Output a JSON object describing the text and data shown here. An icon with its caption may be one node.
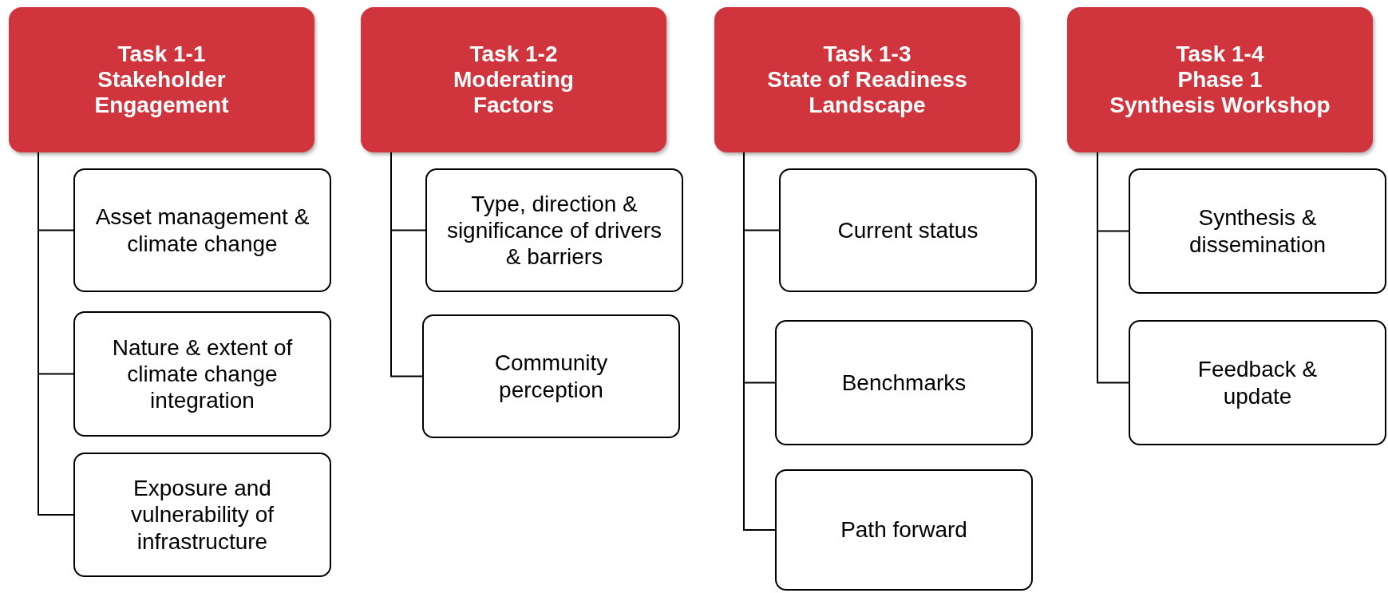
{
  "diagram": {
    "nodes": [
      {
        "text": [
          "Task 1-1",
          "Stakeholder Engagement"
        ]
      },
      {
        "text": [
          "Asset management & climate change"
        ]
      },
      {
        "text": [
          "Nature & extent of climate change integration"
        ]
      },
      {
        "text": [
          "Exposure and vulnerability of infrastructure"
        ]
      },
      {
        "text": [
          "Task 1-2",
          "Moderating Factors"
        ]
      },
      {
        "text": [
          "Type, direction & significance of drivers & barriers"
        ]
      },
      {
        "text": [
          "Community perception"
        ]
      },
      {
        "text": [
          "Task 1-3",
          "State of Readiness Landscape"
        ]
      },
      {
        "text": [
          "Current status"
        ]
      },
      {
        "text": [
          "Benchmarks"
        ]
      },
      {
        "text": [
          "Path forward"
        ]
      },
      {
        "text": [
          "Task 1-4",
          "Phase 1",
          "Synthesis Workshop"
        ]
      },
      {
        "text": [
          "Synthesis & dissemination"
        ]
      },
      {
        "text": [
          "Feedback & update"
        ]
      }
    ],
    "edges": [
      {
        "from": 0,
        "to": 1,
        "arrow": "none"
      },
      {
        "from": 0,
        "to": 2,
        "arrow": "none"
      },
      {
        "from": 0,
        "to": 3,
        "arrow": "none"
      },
      {
        "from": 4,
        "to": 5,
        "arrow": "none"
      },
      {
        "from": 4,
        "to": 6,
        "arrow": "none"
      },
      {
        "from": 7,
        "to": 8,
        "arrow": "none"
      },
      {
        "from": 7,
        "to": 9,
        "arrow": "none"
      },
      {
        "from": 7,
        "to": 10,
        "arrow": "none"
      },
      {
        "from": 11,
        "to": 12,
        "arrow": "none"
      },
      {
        "from": 11,
        "to": 13,
        "arrow": "none"
      }
    ]
  }
}
